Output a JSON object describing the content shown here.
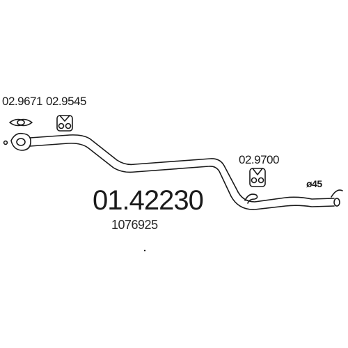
{
  "labels": {
    "gasket_ref": "02.9671",
    "hanger_front_ref": "02.9545",
    "hanger_rear_ref": "02.9700",
    "main_part_number": "01.42230",
    "oem_number": "1076925",
    "pipe_diameter": "ø45"
  },
  "icons": [
    "gasket-icon",
    "rubber-hanger-icon",
    "exhaust-pipe-icon",
    "pipe-clamp-icon"
  ],
  "colors": {
    "ink": "#1a1a1a",
    "background": "#ffffff"
  }
}
